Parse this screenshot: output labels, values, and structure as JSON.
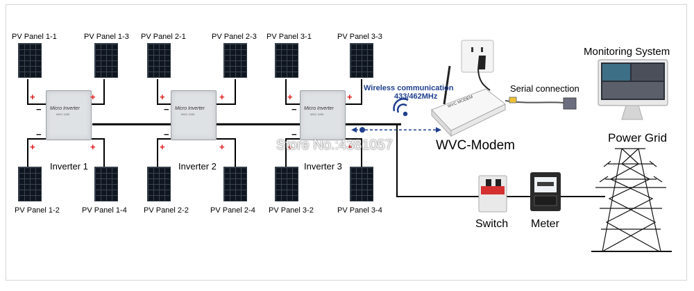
{
  "panels": {
    "p1_1": "PV Panel 1-1",
    "p1_3": "PV Panel 1-3",
    "p2_1": "PV Panel 2-1",
    "p2_3": "PV Panel 2-3",
    "p3_1": "PV Panel 3-1",
    "p3_3": "PV Panel 3-3",
    "p1_2": "PV Panel 1-2",
    "p1_4": "PV Panel 1-4",
    "p2_2": "PV Panel 2-2",
    "p2_4": "PV Panel 2-4",
    "p3_2": "PV Panel 3-2",
    "p3_4": "PV Panel 3-4"
  },
  "inverters": {
    "inv1": "Inverter 1",
    "inv2": "Inverter 2",
    "inv3": "Inverter 3",
    "plate_title": "Micro Inverter",
    "plate_model": "WVC 1200"
  },
  "wireless": {
    "line1": "Wireless communication",
    "line2": "433/462MHz"
  },
  "modem": {
    "label": "WVC-Modem",
    "brand": "WVC MODEM"
  },
  "serial": {
    "label": "Serial connection"
  },
  "monitoring": {
    "label": "Monitoring System"
  },
  "grid": {
    "label": "Power Grid"
  },
  "switch": {
    "label": "Switch"
  },
  "meter": {
    "label": "Meter"
  },
  "watermark": "Store No.:4381057",
  "colors": {
    "plus": "#e01818",
    "wireless_text": "#1f3f8f",
    "comm_dot": "#1f3f8f"
  }
}
